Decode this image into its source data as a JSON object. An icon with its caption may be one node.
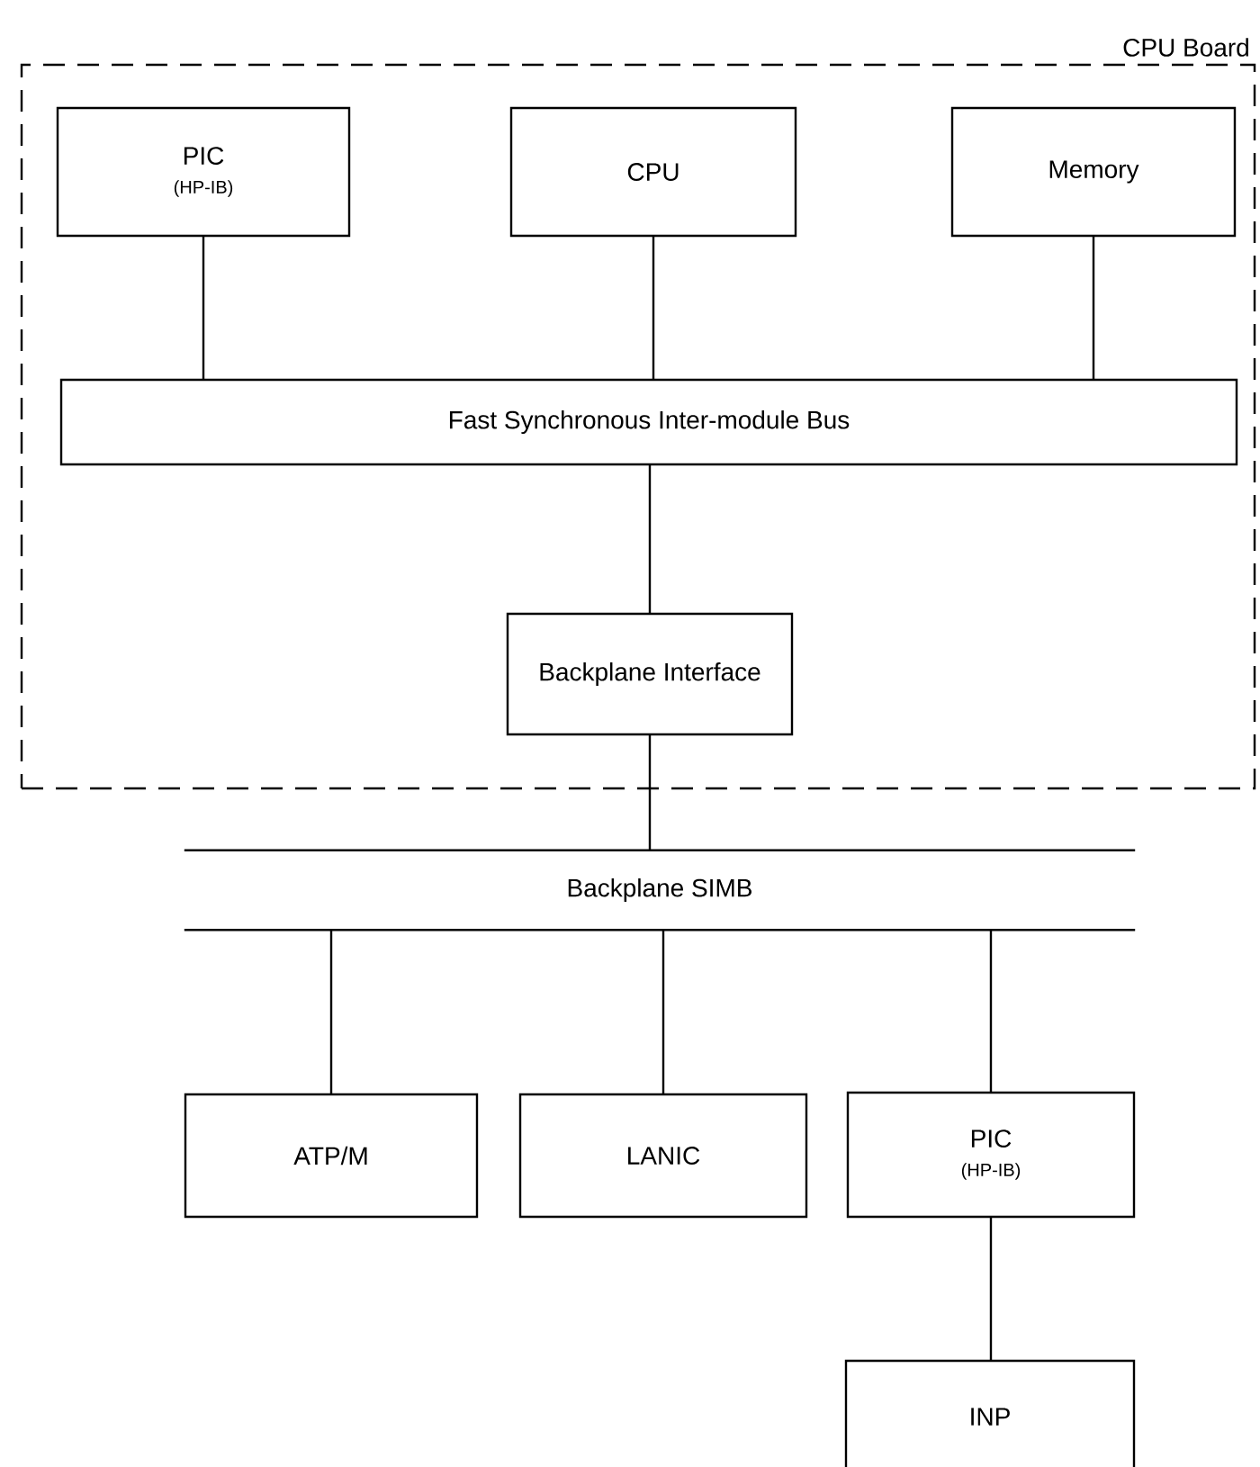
{
  "diagram": {
    "nodes": [
      {
        "text": [
          "CPU Board"
        ]
      },
      {
        "text": [
          "PIC",
          "(HP-IB)"
        ],
        "in": 0
      },
      {
        "text": [
          "CPU"
        ],
        "in": 0
      },
      {
        "text": [
          "Memory"
        ],
        "in": 0
      },
      {
        "text": [
          "Fast Synchronous Inter-module Bus"
        ],
        "in": 0
      },
      {
        "text": [
          "Backplane Interface"
        ],
        "in": 0
      },
      {
        "text": [
          "Backplane SIMB"
        ]
      },
      {
        "text": [
          "ATP/M"
        ]
      },
      {
        "text": [
          "LANIC"
        ]
      },
      {
        "text": [
          "PIC",
          "(HP-IB)"
        ]
      },
      {
        "text": [
          "INP"
        ]
      }
    ],
    "edges": [
      {
        "from": 1,
        "to": 4,
        "arrow": "none"
      },
      {
        "from": 2,
        "to": 4,
        "arrow": "none"
      },
      {
        "from": 3,
        "to": 4,
        "arrow": "none"
      },
      {
        "from": 4,
        "to": 5,
        "arrow": "none"
      },
      {
        "from": 5,
        "to": 6,
        "arrow": "none"
      },
      {
        "from": 6,
        "to": 7,
        "arrow": "none"
      },
      {
        "from": 6,
        "to": 8,
        "arrow": "none"
      },
      {
        "from": 6,
        "to": 9,
        "arrow": "none"
      },
      {
        "from": 9,
        "to": 10,
        "arrow": "none"
      }
    ]
  }
}
